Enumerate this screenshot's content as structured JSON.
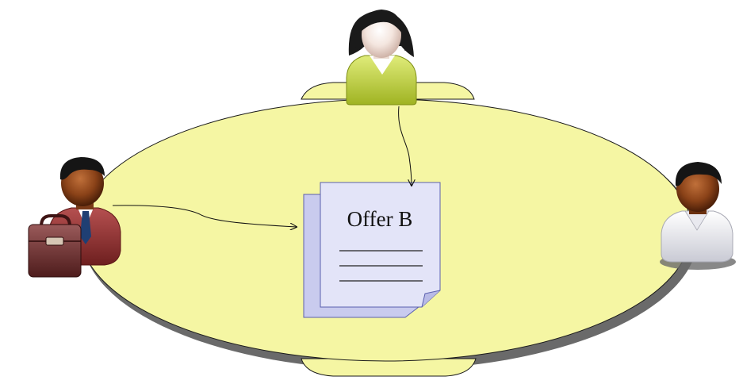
{
  "document": {
    "title": "Offer B",
    "line_count": 3
  },
  "participants": [
    {
      "role": "woman",
      "icon": "woman-user-icon",
      "shirt_color": "#b9c93a",
      "hair_color": "#1a1a1a"
    },
    {
      "role": "businessman",
      "icon": "businessman-user-icon",
      "suit_color": "#8a2b2b",
      "tie_color": "#1f3f73"
    },
    {
      "role": "man",
      "icon": "man-user-icon",
      "shirt_color": "#e7e8ee",
      "skin_color": "#7a3a18"
    }
  ],
  "colors": {
    "table_fill": "#f5f6a3",
    "table_stroke": "#1a1a1a",
    "table_shadow": "#5a5a5a",
    "doc_fill_back": "#c9cbee",
    "doc_fill_front": "#e3e4f8",
    "doc_stroke": "#5a5fae",
    "arrow": "#111111"
  }
}
